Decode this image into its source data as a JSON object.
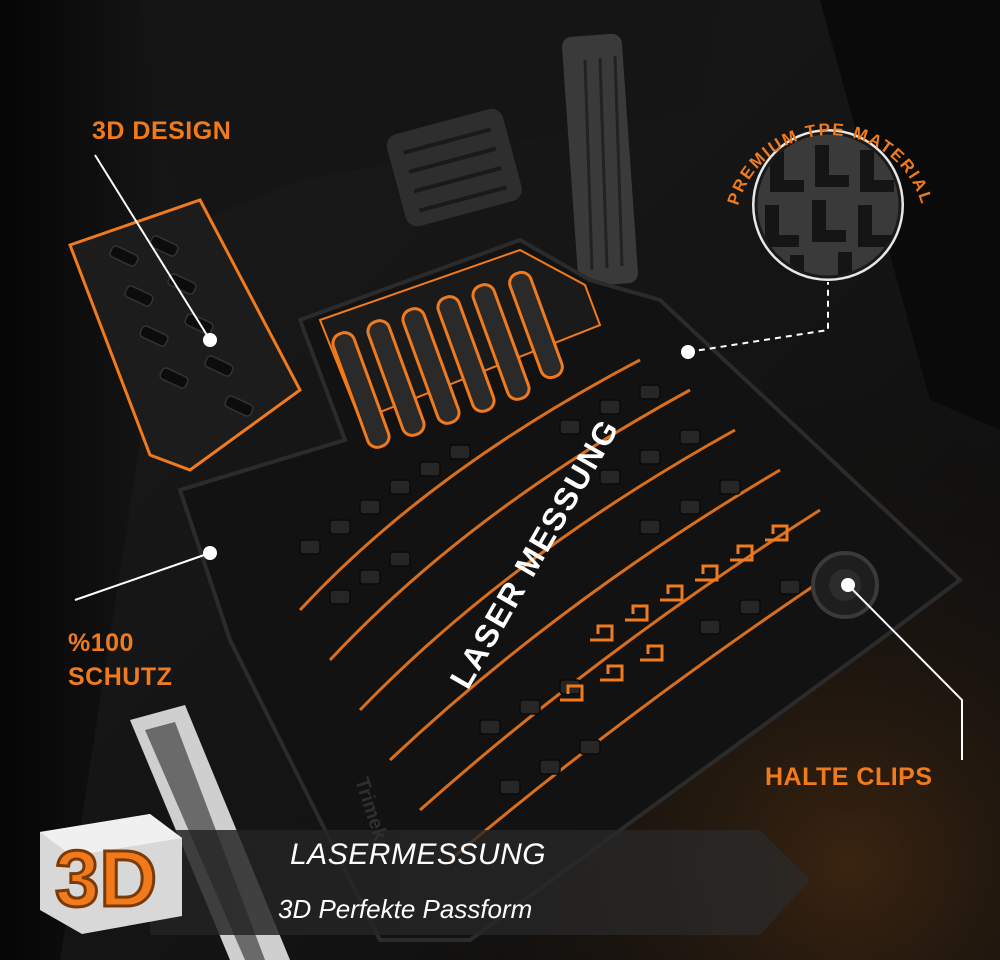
{
  "callouts": {
    "design": "3D DESIGN",
    "material": "PREMIUM TPE MATERIAL",
    "schutz_line1": "%100",
    "schutz_line2": "SCHUTZ",
    "clips": "HALTE CLIPS"
  },
  "mat_text": "LASER MESSUNG",
  "mat_brand": "Trimek",
  "caption": {
    "title": "LASERMESSUNG",
    "subtitle": "3D Perfekte Passform"
  },
  "badge": "3D",
  "colors": {
    "accent": "#f07a1c",
    "background": "#0b0b0b",
    "text": "#ffffff"
  }
}
